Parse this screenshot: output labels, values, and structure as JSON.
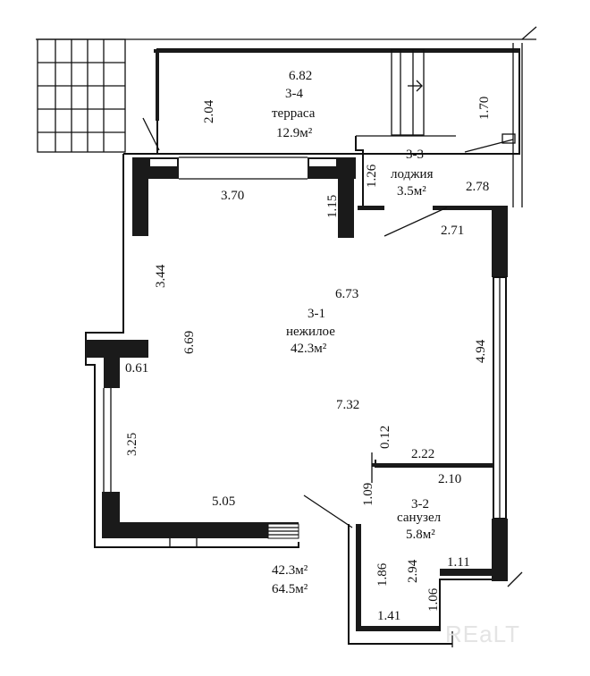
{
  "rooms": {
    "terrace": {
      "number": "3-4",
      "name": "терраса",
      "area": "12.9м²"
    },
    "loggia": {
      "number": "3-3",
      "name": "лоджия",
      "area": "3.5м²"
    },
    "main": {
      "number": "3-1",
      "name": "нежилое",
      "area": "42.3м²"
    },
    "bathroom": {
      "number": "3-2",
      "name": "санузел",
      "area": "5.8м²"
    }
  },
  "dimensions": {
    "terrace_top": "6.82",
    "terrace_left": "2.04",
    "terrace_right": "1.70",
    "loggia_left": "1.26",
    "loggia_right": "2.78",
    "loggia_bottom": "2.71",
    "top_wall": "3.70",
    "top_niche": "1.15",
    "left_upper": "3.44",
    "left_mid": "6.69",
    "left_step": "0.61",
    "left_lower": "3.25",
    "bottom_wall": "5.05",
    "main_width": "6.73",
    "main_height": "7.32",
    "right_wall": "4.94",
    "bath_notch": "0.12",
    "bath_top": "2.22",
    "bath_mid": "2.10",
    "bath_left_upper": "1.09",
    "bath_left_lower": "1.86",
    "bath_inner": "2.94",
    "bath_step_top": "1.11",
    "bath_step_side": "1.06",
    "bath_bottom": "1.41"
  },
  "totals": {
    "living_area": "42.3м²",
    "total_area": "64.5м²"
  },
  "watermark": "REaLT"
}
